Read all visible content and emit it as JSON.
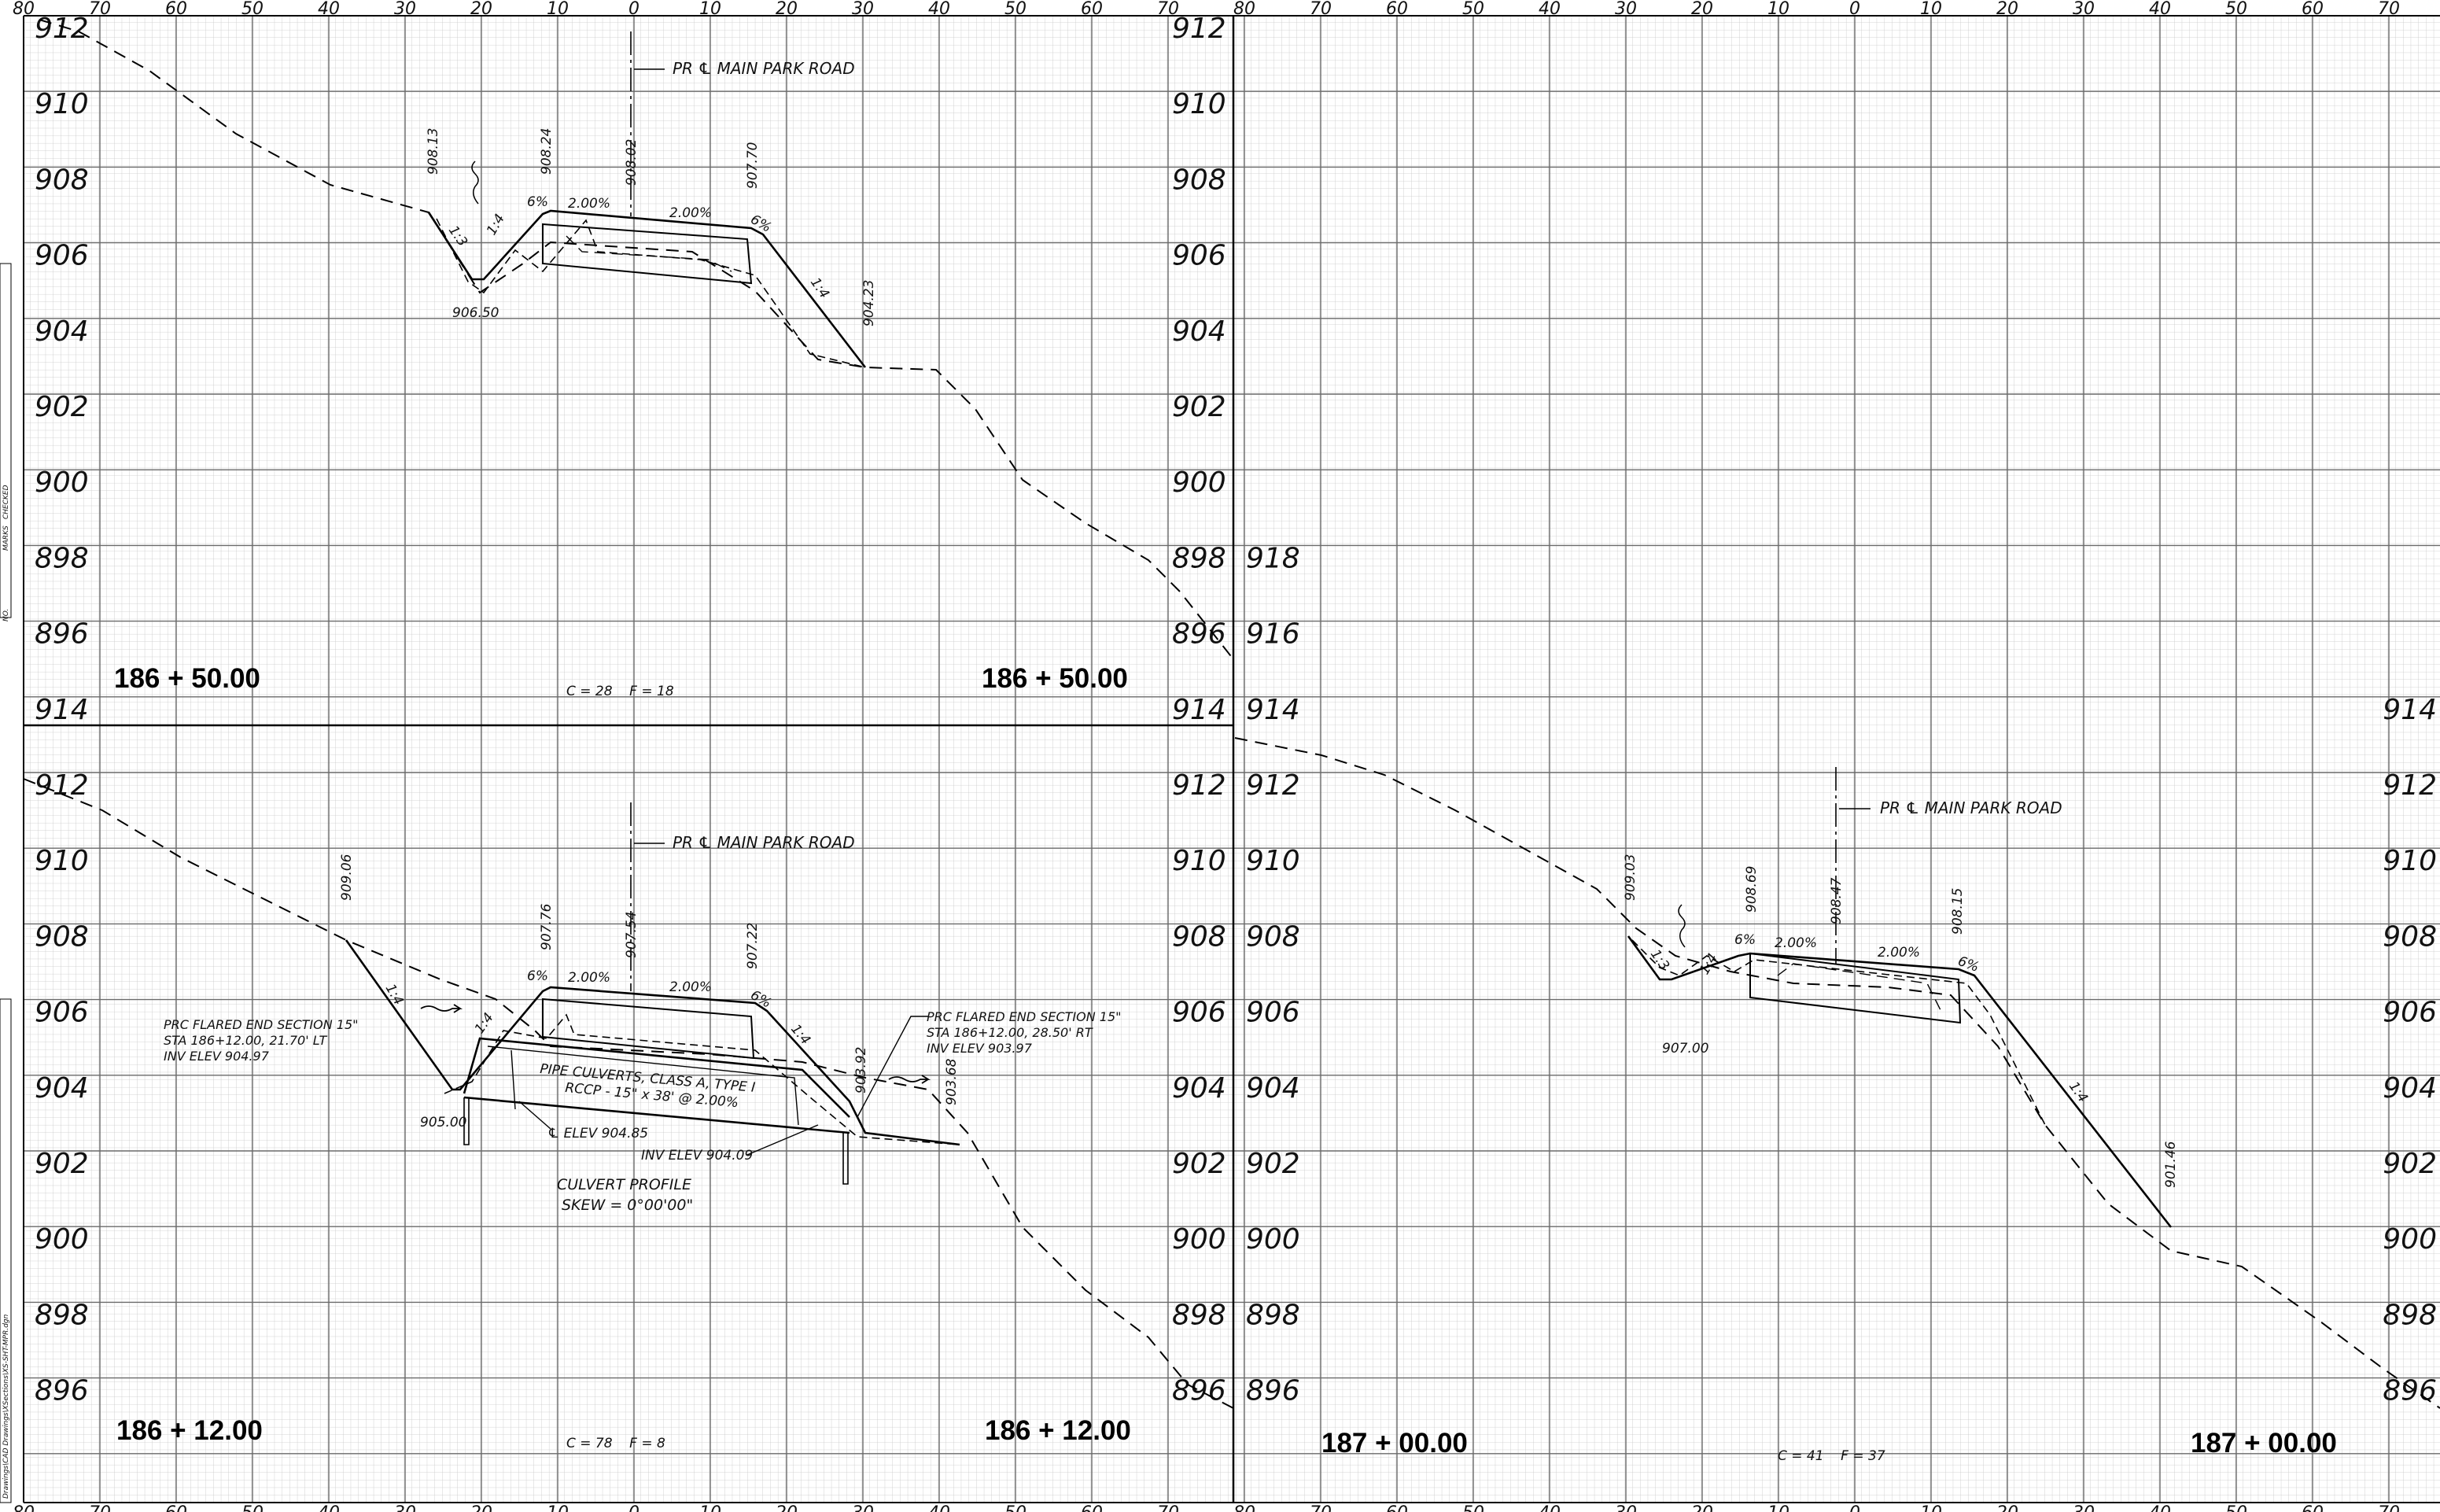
{
  "offset_scale": {
    "top": [
      "80",
      "70",
      "60",
      "50",
      "40",
      "30",
      "20",
      "10",
      "0",
      "10",
      "20",
      "30",
      "40",
      "50",
      "60",
      "70",
      "80",
      "70",
      "60",
      "50",
      "40",
      "30",
      "20",
      "10",
      "0",
      "10",
      "20",
      "30",
      "40",
      "50",
      "60",
      "70"
    ],
    "bottom": [
      "80",
      "70",
      "60",
      "50",
      "40",
      "30",
      "20",
      "10",
      "0",
      "10",
      "20",
      "30",
      "40",
      "50",
      "60",
      "70",
      "80",
      "70",
      "60",
      "50",
      "40",
      "30",
      "20",
      "10",
      "0",
      "10",
      "20",
      "30",
      "40",
      "50",
      "60",
      "70"
    ]
  },
  "colors": {
    "line": "#000000",
    "grid_fine": "#c8c8c8",
    "grid_major": "#6a6a6a"
  },
  "sections": [
    {
      "station": "186 + 50.00",
      "elevations_left": [
        "912",
        "910",
        "908",
        "906",
        "904",
        "902",
        "900",
        "898",
        "896"
      ],
      "elevations_right": [
        "912",
        "910",
        "908",
        "906",
        "904",
        "902",
        "900",
        "898",
        "896"
      ],
      "road_label": "PR ℄ MAIN PARK ROAD",
      "volumes": "C = 28    F = 18",
      "callouts": [
        "908.13",
        "908.24",
        "908.02",
        "907.70",
        "904.23",
        "906.50"
      ],
      "slopes": [
        "1:3",
        "1:4",
        "6%",
        "2.00%",
        "2.00%",
        "6%",
        "1:4"
      ]
    },
    {
      "station": "186 + 12.00",
      "elevations_left": [
        "914",
        "912",
        "910",
        "908",
        "906",
        "904",
        "902",
        "900",
        "898",
        "896"
      ],
      "elevations_right": [
        "914",
        "912",
        "910",
        "908",
        "906",
        "904",
        "902",
        "900",
        "898",
        "896"
      ],
      "road_label": "PR ℄ MAIN PARK ROAD",
      "volumes": "C = 78    F = 8",
      "callouts": [
        "909.06",
        "907.76",
        "907.54",
        "907.22",
        "903.92",
        "903.68",
        "905.00"
      ],
      "slopes": [
        "1:4",
        "1:4",
        "6%",
        "2.00%",
        "2.00%",
        "6%",
        "1:4"
      ],
      "notes": {
        "left_fes": [
          "PRC FLARED END SECTION 15\"",
          "STA 186+12.00, 21.70' LT",
          "INV ELEV 904.97"
        ],
        "right_fes": [
          "PRC FLARED END SECTION 15\"",
          "STA 186+12.00, 28.50' RT",
          "INV ELEV 903.97"
        ],
        "pipe": [
          "PIPE CULVERTS, CLASS A, TYPE I",
          "RCCP - 15\" x 38' @ 2.00%"
        ],
        "cl_elev": "℄ ELEV 904.85",
        "inv_elev": "INV ELEV 904.09",
        "culvert": [
          "CULVERT PROFILE",
          "SKEW = 0°00'00\""
        ]
      }
    },
    {
      "station": "187 + 00.00",
      "elevations_left": [
        "918",
        "916",
        "914",
        "912",
        "910",
        "908",
        "906",
        "904",
        "902",
        "900",
        "898",
        "896"
      ],
      "elevations_right": [
        "914",
        "912",
        "910",
        "908",
        "906",
        "904",
        "902",
        "900",
        "898",
        "896"
      ],
      "road_label": "PR ℄ MAIN PARK ROAD",
      "volumes": "C = 41    F = 37",
      "callouts": [
        "909.03",
        "908.69",
        "908.47",
        "908.15",
        "901.46",
        "907.00"
      ],
      "slopes": [
        "1:3",
        "1:4",
        "6%",
        "2.00%",
        "2.00%",
        "6%",
        "1:4"
      ]
    }
  ],
  "border_notes": [
    "NO.",
    "MARKS",
    "CHECKED",
    "Drawings\\CAD Drawings\\XSections\\XS-SHT-MPR.dgn"
  ]
}
